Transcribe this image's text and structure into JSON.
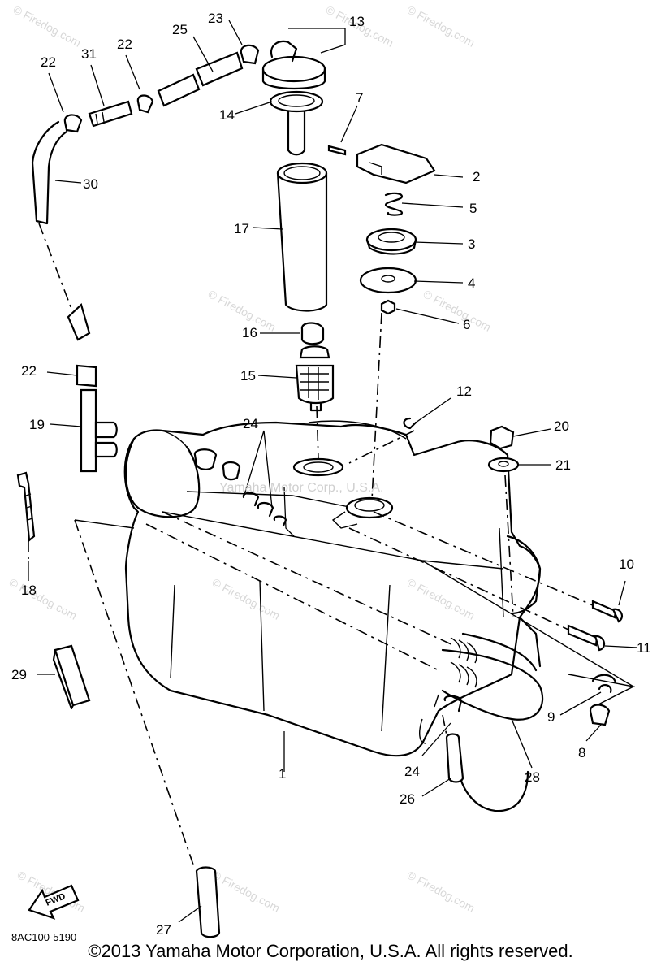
{
  "diagram": {
    "code": "8AC100-5190",
    "fwd_label": "FWD",
    "center_watermark": "Yamaha Motor Corp., U.S.A.",
    "watermark": "© Firedog.com",
    "callouts": [
      "1",
      "2",
      "3",
      "4",
      "5",
      "6",
      "7",
      "8",
      "9",
      "10",
      "11",
      "12",
      "13",
      "14",
      "15",
      "16",
      "17",
      "18",
      "19",
      "20",
      "21",
      "22",
      "23",
      "24",
      "25",
      "26",
      "27",
      "28",
      "29",
      "30",
      "31"
    ]
  },
  "footer": {
    "copyright": "©2013 Yamaha Motor Corporation, U.S.A. All rights reserved."
  }
}
